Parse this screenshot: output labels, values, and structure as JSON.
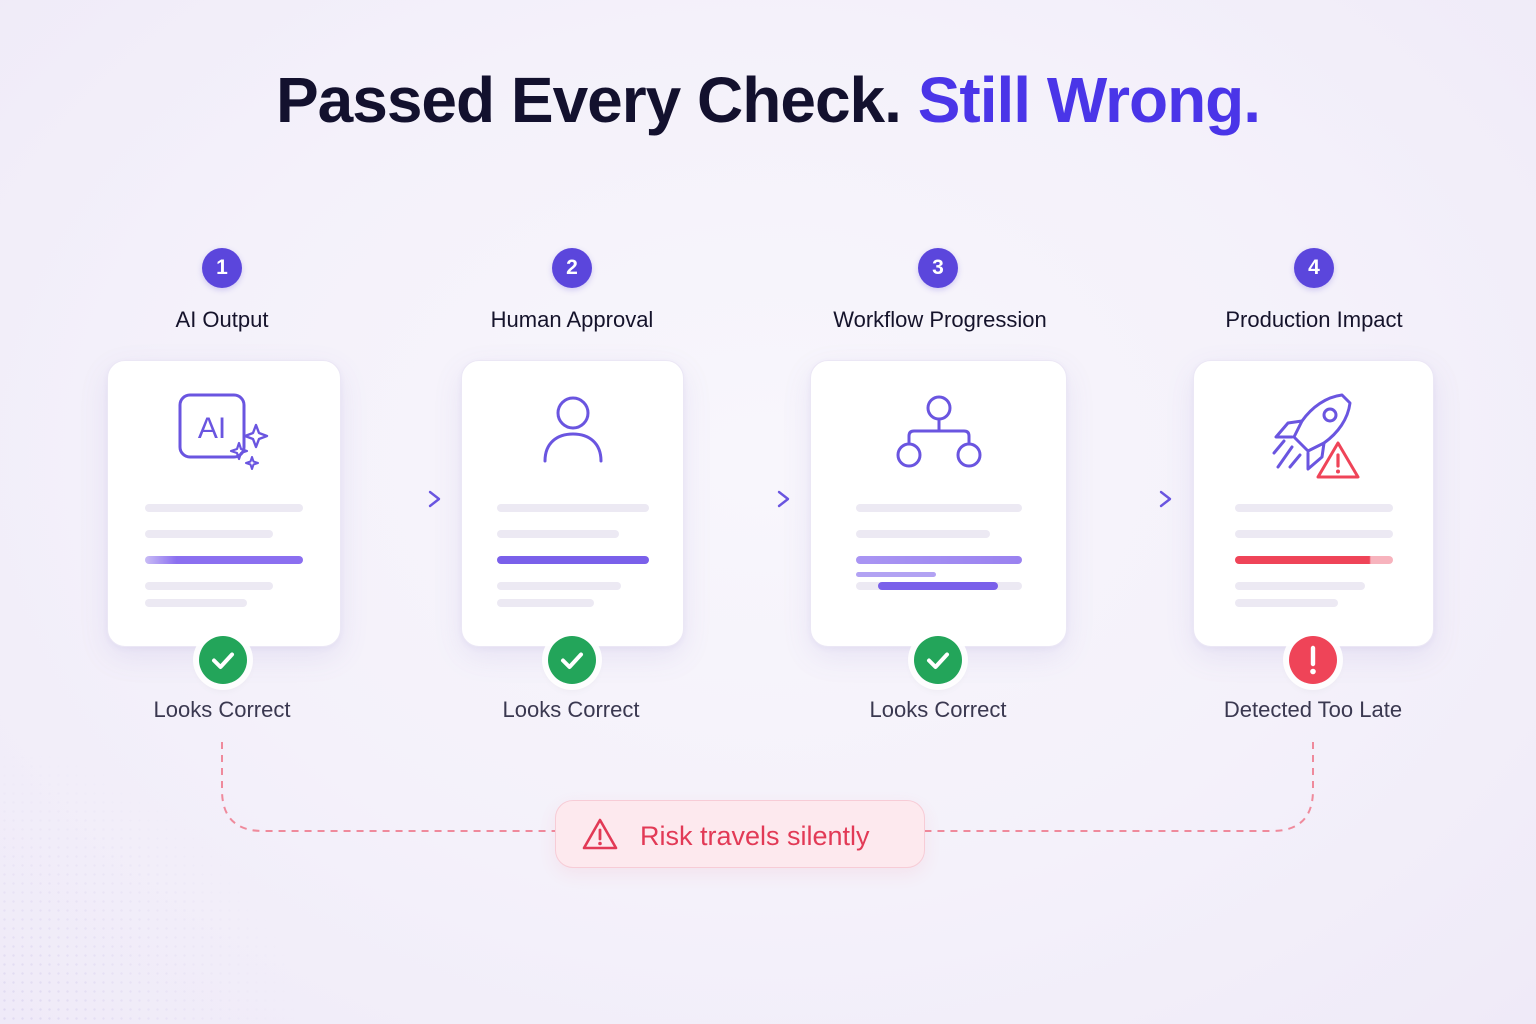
{
  "title": {
    "main": "Passed Every Check.",
    "accent": "Still Wrong."
  },
  "steps": [
    {
      "number": "1",
      "label": "AI Output",
      "icon": "ai-sparkle-icon",
      "icon_text": "AI",
      "status": "Looks Correct",
      "status_icon": "check-circle-icon",
      "state": "ok"
    },
    {
      "number": "2",
      "label": "Human Approval",
      "icon": "person-icon",
      "status": "Looks Correct",
      "status_icon": "check-circle-icon",
      "state": "ok"
    },
    {
      "number": "3",
      "label": "Workflow Progression",
      "icon": "workflow-nodes-icon",
      "status": "Looks Correct",
      "status_icon": "check-circle-icon",
      "state": "ok"
    },
    {
      "number": "4",
      "label": "Production Impact",
      "icon": "rocket-warning-icon",
      "status": "Detected Too Late",
      "status_icon": "exclamation-circle-icon",
      "state": "error"
    }
  ],
  "risk": {
    "label": "Risk travels silently",
    "icon": "warning-triangle-icon"
  },
  "colors": {
    "primary": "#5b46dc",
    "accent": "#4a35e8",
    "success": "#23a55a",
    "danger": "#ef4458",
    "text": "#13112e"
  }
}
